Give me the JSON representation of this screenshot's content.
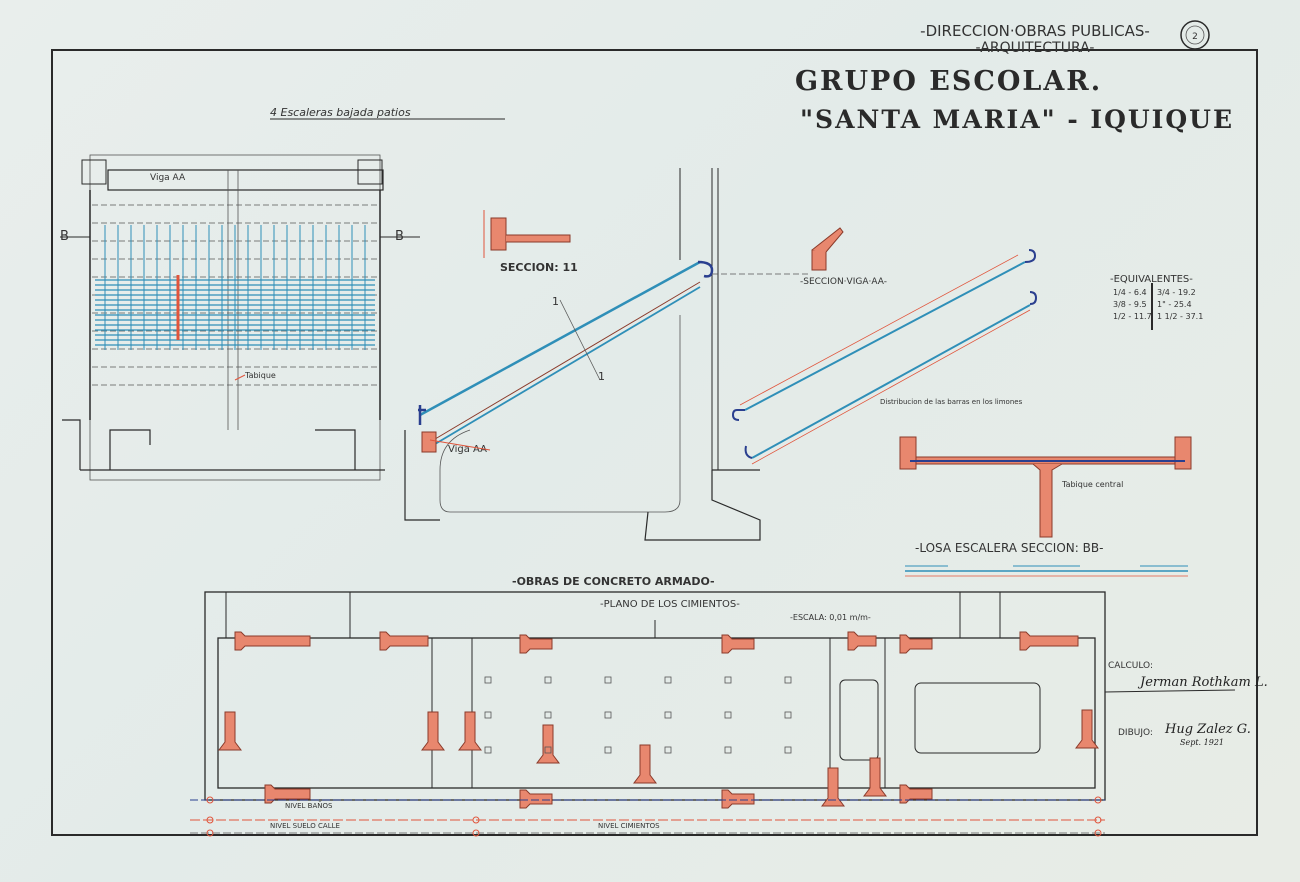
{
  "header": {
    "office": "-DIRECCION·OBRAS PUBLICAS-",
    "department": "-ARQUITECTURA-",
    "seal": "2",
    "title_line1": "GRUPO ESCOLAR.",
    "title_line2": "\"SANTA MARIA\" - IQUIQUE"
  },
  "stair_plan": {
    "title": "4 Escaleras bajada patios",
    "beam_label": "Viga AA",
    "section_mark_left": "B",
    "section_mark_right": "B",
    "partition_label": "Tabique"
  },
  "stair_section": {
    "section_title": "SECCION: 11",
    "beam_label": "Viga AA",
    "cut_mark": "1"
  },
  "beam_section": {
    "title": "-SECCION·VIGA·AA-"
  },
  "bars": {
    "label": "Distribucion de las barras en los limones"
  },
  "equivalents": {
    "title": "-EQUIVALENTES-",
    "rows": [
      {
        "a": "1/4 - 6.4",
        "b": "3/4 - 19.2"
      },
      {
        "a": "3/8 - 9.5",
        "b": "1\" - 25.4"
      },
      {
        "a": "1/2 - 11.7",
        "b": "1 1/2 - 37.1"
      }
    ]
  },
  "slab_section": {
    "title": "-LOSA ESCALERA SECCION: BB-",
    "partition_label": "Tabique central"
  },
  "foundation": {
    "main_title": "-OBRAS DE CONCRETO ARMADO-",
    "subtitle": "-PLANO DE LOS CIMIENTOS-",
    "scale": "-ESCALA: 0,01 m/m-",
    "level_baths": "NIVEL BAÑOS",
    "level_street": "NIVEL SUELO CALLE",
    "level_foundation": "NIVEL CIMIENTOS"
  },
  "signatures": {
    "calculo_label": "CALCULO:",
    "calculo_sig": "Jerman Rothkam L.",
    "dibujo_label": "DIBUJO:",
    "dibujo_sig": "Hug Zalez G.",
    "dibujo_date": "Sept. 1921"
  }
}
